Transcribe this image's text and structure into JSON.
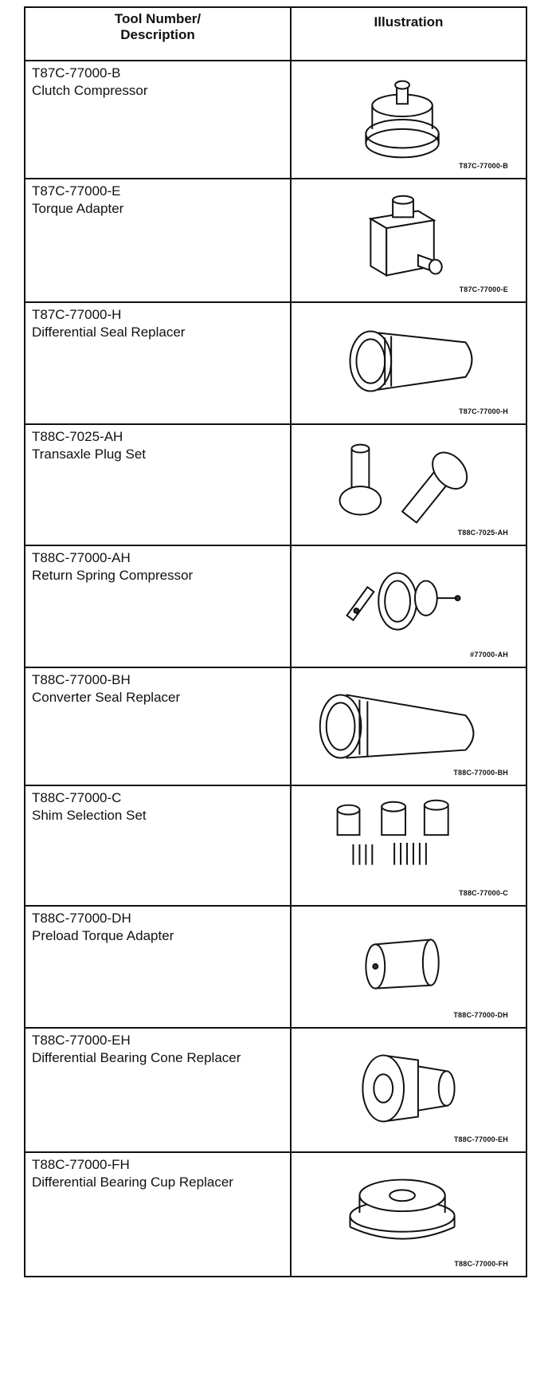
{
  "table": {
    "header": {
      "col1": "Tool Number/\nDescription",
      "col2": "Illustration"
    },
    "rows": [
      {
        "number": "T87C-77000-B",
        "name": "Clutch Compressor",
        "caption": "T87C-77000-B",
        "icon": "clutch-compressor-illustration"
      },
      {
        "number": "T87C-77000-E",
        "name": "Torque Adapter",
        "caption": "T87C-77000-E",
        "icon": "torque-adapter-illustration"
      },
      {
        "number": "T87C-77000-H",
        "name": "Differential Seal Replacer",
        "caption": "T87C-77000-H",
        "icon": "differential-seal-replacer-illustration"
      },
      {
        "number": "T88C-7025-AH",
        "name": "Transaxle Plug Set",
        "caption": "T88C-7025-AH",
        "icon": "transaxle-plug-set-illustration"
      },
      {
        "number": "T88C-77000-AH",
        "name": "Return Spring Compressor",
        "caption": "#77000-AH",
        "icon": "return-spring-compressor-illustration"
      },
      {
        "number": "T88C-77000-BH",
        "name": "Converter Seal Replacer",
        "caption": "T88C-77000-BH",
        "icon": "converter-seal-replacer-illustration"
      },
      {
        "number": "T88C-77000-C",
        "name": "Shim Selection Set",
        "caption": "T88C-77000-C",
        "icon": "shim-selection-set-illustration"
      },
      {
        "number": "T88C-77000-DH",
        "name": "Preload Torque Adapter",
        "caption": "T88C-77000-DH",
        "icon": "preload-torque-adapter-illustration"
      },
      {
        "number": "T88C-77000-EH",
        "name": "Differential Bearing Cone Replacer",
        "caption": "T88C-77000-EH",
        "icon": "bearing-cone-replacer-illustration"
      },
      {
        "number": "T88C-77000-FH",
        "name": "Differential Bearing Cup Replacer",
        "caption": "T88C-77000-FH",
        "icon": "bearing-cup-replacer-illustration"
      }
    ]
  }
}
